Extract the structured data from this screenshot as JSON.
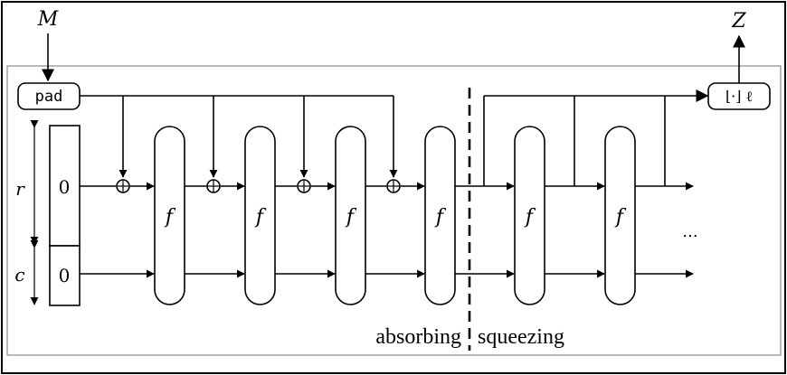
{
  "diagram": {
    "input_label": "M",
    "output_label": "Z",
    "pad_label": "pad",
    "truncate_label": "⌊·⌋ ℓ",
    "rate_label": "r",
    "capacity_label": "c",
    "rate_init": "0",
    "capacity_init": "0",
    "function_label": "f",
    "absorbing_label": "absorbing",
    "squeezing_label": "squeezing",
    "ellipsis": "..."
  }
}
